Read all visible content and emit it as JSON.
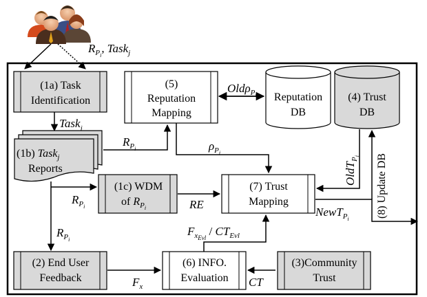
{
  "users_input": {
    "r": "R",
    "r_sub": "P",
    "r_subsub": "i",
    "sep": ",",
    "task": "Task",
    "task_sub": "j"
  },
  "modules": {
    "task_identification": {
      "line1": "(1a) Task",
      "line2": "Identification"
    },
    "task_reports": {
      "prefix": "(1b) ",
      "italic": "Task",
      "sub": "j",
      "line2": "Reports"
    },
    "wdm": {
      "line1": "(1c) WDM",
      "line2_prefix": "of ",
      "r": "R",
      "r_sub": "P",
      "r_subsub": "i"
    },
    "end_user_feedback": {
      "line1": "(2) End User",
      "line2": "Feedback"
    },
    "community_trust": {
      "line1": "(3)Community",
      "line2": "Trust"
    },
    "trust_db": {
      "line1": "(4) Trust",
      "line2": "DB"
    },
    "reputation_mapping": {
      "line1": "(5)",
      "line2": "Reputation",
      "line3": "Mapping"
    },
    "reputation_db": {
      "line1": "Reputation",
      "line2": "DB"
    },
    "info_evaluation": {
      "line1": "(6) INFO.",
      "line2": "Evaluation"
    },
    "trust_mapping": {
      "line1": "(7) Trust",
      "line2": "Mapping"
    }
  },
  "edge_labels": {
    "task_j": {
      "main": "Task",
      "sub": "j"
    },
    "r_to_rep": {
      "main": "R",
      "sub": "P",
      "subsub": "i"
    },
    "rho": {
      "main": "ρ",
      "sub": "P",
      "subsub": "i"
    },
    "old_rho": {
      "main": "Oldρ",
      "sub": "P",
      "subsub": "i"
    },
    "r_to_wdm": {
      "main": "R",
      "sub": "P",
      "subsub": "i"
    },
    "re": {
      "main": "RE"
    },
    "r_to_feedback": {
      "main": "R",
      "sub": "P",
      "subsub": "i"
    },
    "old_t": {
      "main": "OldT",
      "sub": "P",
      "subsub": "i"
    },
    "new_t": {
      "main": "NewT",
      "sub": "P",
      "subsub": "i"
    },
    "update_db": {
      "main": "(8) Update DB"
    },
    "fx_ct": {
      "f": "F",
      "f_sub": "x",
      "f_subsub": "Evl",
      "sep": " / ",
      "ct": "CT",
      "ct_sub": "Evl"
    },
    "fx": {
      "main": "F",
      "sub": "x"
    },
    "ct": {
      "main": "CT"
    }
  },
  "colors": {
    "module_fill": "#d9d9d9",
    "white": "#ffffff",
    "stroke": "#000000"
  },
  "icons": [
    "users-group-icon"
  ]
}
